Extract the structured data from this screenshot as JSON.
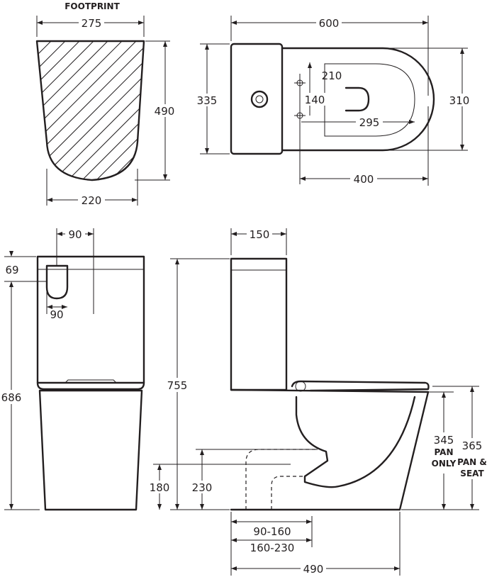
{
  "footprint_view": {
    "title": "FOOTPRINT",
    "dim_top_width": "275",
    "dim_height": "490",
    "dim_bottom_width": "220"
  },
  "plan_view": {
    "dim_overall_length": "600",
    "dim_cistern_depth": "335",
    "dim_bowl_width": "310",
    "dim_seat_hole_spacing_a": "210",
    "dim_seat_hole_spacing_b": "140",
    "dim_seat_holes_to_front": "295",
    "dim_seat_holes_to_rear": "400"
  },
  "front_view": {
    "dim_button_offset": "90",
    "dim_button_top": "69",
    "dim_button_width": "90",
    "dim_overall_height": "686"
  },
  "side_view": {
    "dim_cistern_depth": "150",
    "dim_total_height": "755",
    "dim_outlet_low": "180",
    "dim_outlet_high": "230",
    "dim_pan_height": "345",
    "label_pan_height": [
      "PAN",
      "ONLY"
    ],
    "dim_pan_seat_height": "365",
    "label_pan_seat_height": [
      "PAN &",
      "SEAT"
    ],
    "dim_setout_a": "90-160",
    "dim_setout_b": "160-230",
    "dim_overall_depth": "490"
  }
}
